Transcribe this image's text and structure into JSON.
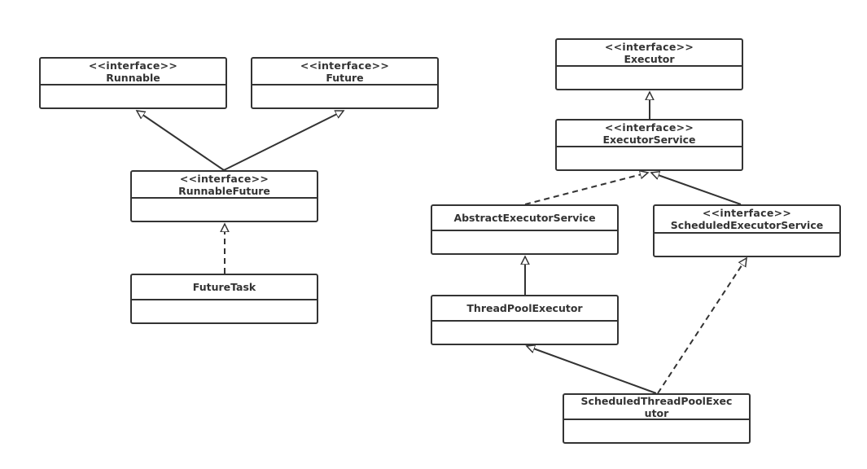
{
  "diagram": {
    "type": "uml-class-diagram",
    "colors": {
      "stroke": "#333333",
      "fill": "#ffffff",
      "text": "#333333"
    },
    "classes": {
      "runnable": {
        "stereotype": "<<interface>>",
        "name": "Runnable"
      },
      "future": {
        "stereotype": "<<interface>>",
        "name": "Future"
      },
      "runnable_future": {
        "stereotype": "<<interface>>",
        "name": "RunnableFuture"
      },
      "future_task": {
        "stereotype": "",
        "name": "FutureTask"
      },
      "executor": {
        "stereotype": "<<interface>>",
        "name": "Executor"
      },
      "executor_service": {
        "stereotype": "<<interface>>",
        "name": "ExecutorService"
      },
      "abstract_executor_service": {
        "stereotype": "",
        "name": "AbstractExecutorService"
      },
      "scheduled_executor_service": {
        "stereotype": "<<interface>>",
        "name": "ScheduledExecutorService"
      },
      "thread_pool_executor": {
        "stereotype": "",
        "name": "ThreadPoolExecutor"
      },
      "scheduled_thread_pool_executor": {
        "stereotype": "",
        "name": "ScheduledThreadPoolExecutor"
      }
    },
    "relations": [
      {
        "from": "RunnableFuture",
        "to": "Runnable",
        "kind": "generalization"
      },
      {
        "from": "RunnableFuture",
        "to": "Future",
        "kind": "generalization"
      },
      {
        "from": "FutureTask",
        "to": "RunnableFuture",
        "kind": "realization"
      },
      {
        "from": "ExecutorService",
        "to": "Executor",
        "kind": "generalization"
      },
      {
        "from": "AbstractExecutorService",
        "to": "ExecutorService",
        "kind": "realization"
      },
      {
        "from": "ScheduledExecutorService",
        "to": "ExecutorService",
        "kind": "generalization"
      },
      {
        "from": "ThreadPoolExecutor",
        "to": "AbstractExecutorService",
        "kind": "generalization"
      },
      {
        "from": "ScheduledThreadPoolExecutor",
        "to": "ThreadPoolExecutor",
        "kind": "generalization"
      },
      {
        "from": "ScheduledThreadPoolExecutor",
        "to": "ScheduledExecutorService",
        "kind": "realization"
      }
    ]
  }
}
